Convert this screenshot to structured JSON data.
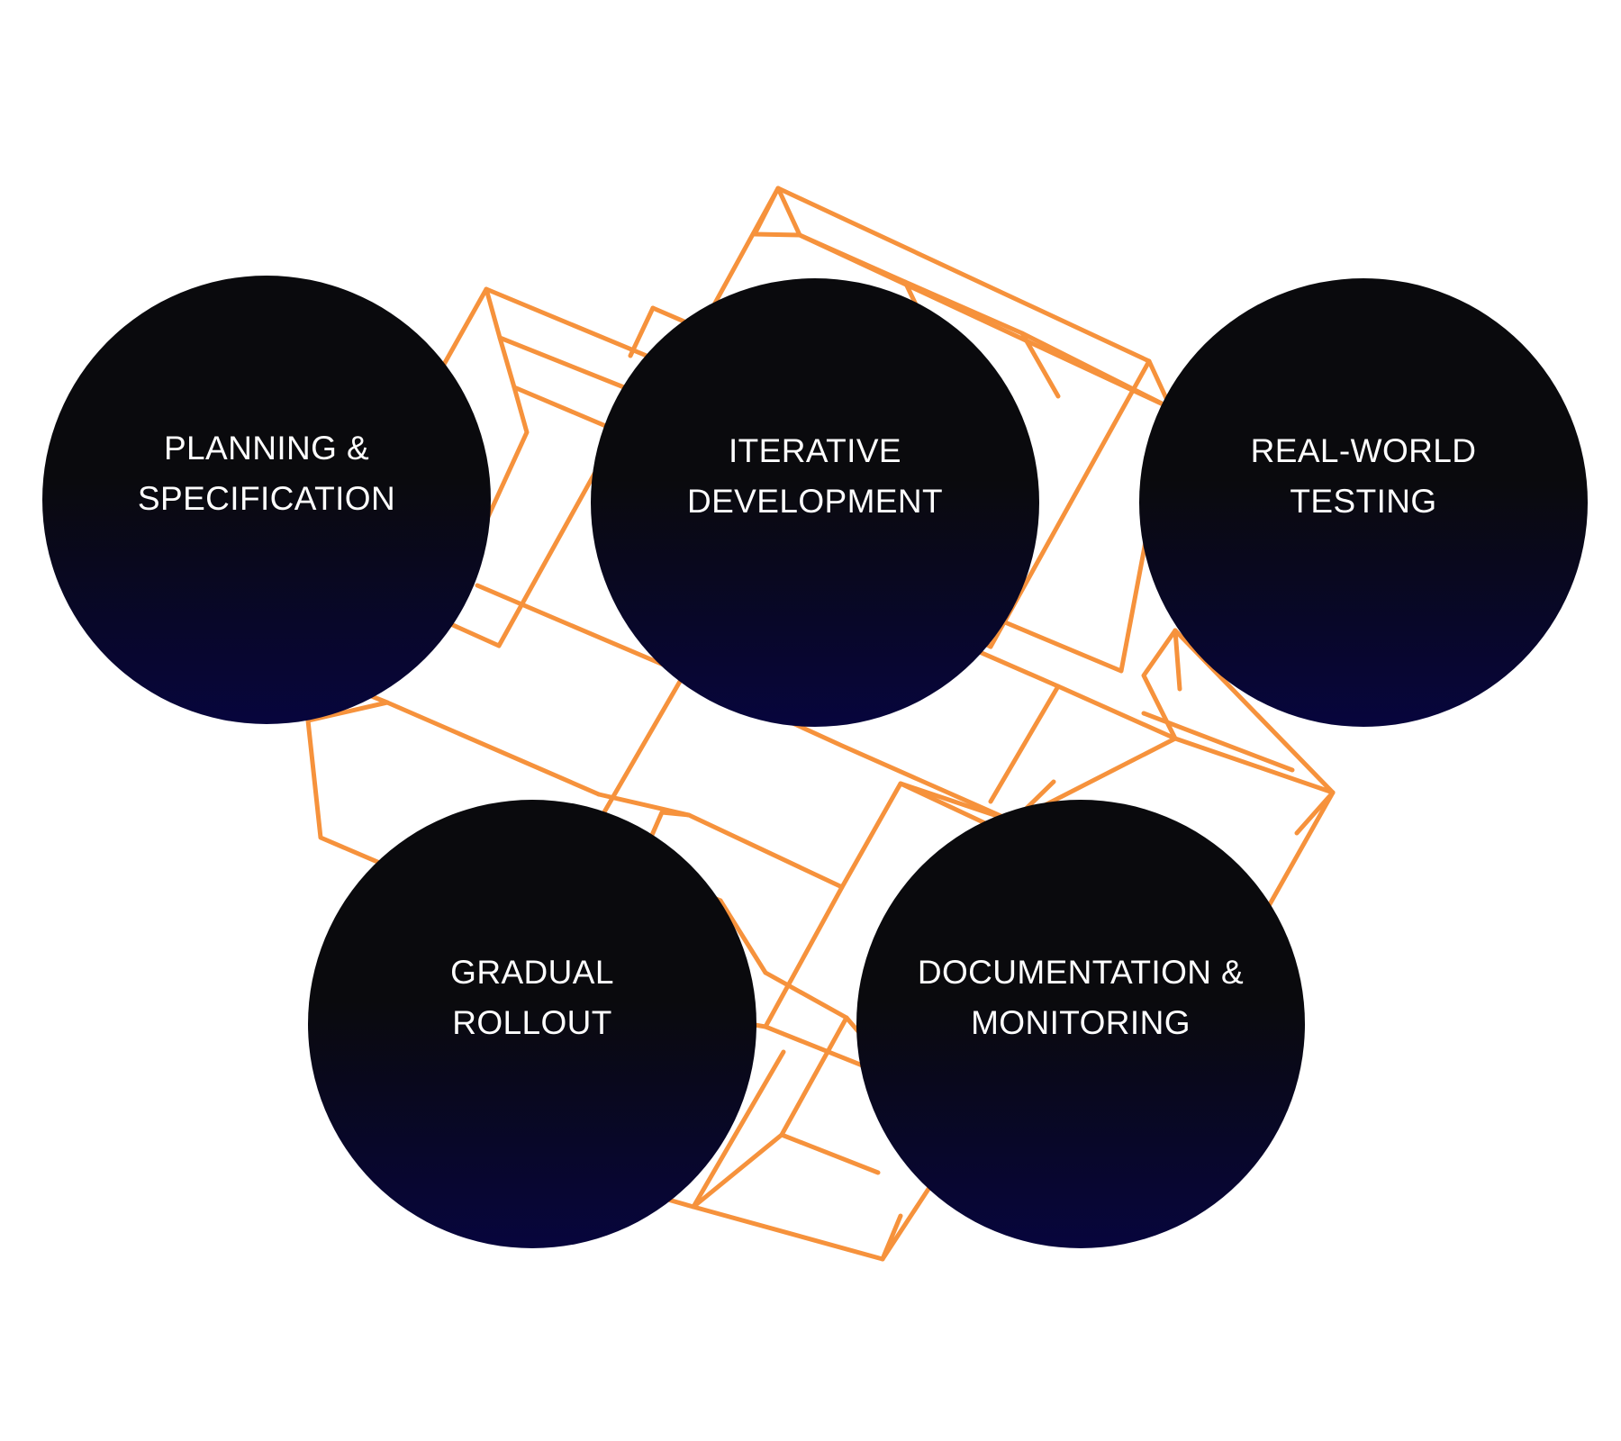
{
  "diagram": {
    "colors": {
      "background": "#ffffff",
      "grid_stroke": "#F6923C",
      "circle_top": "#0a0a0d",
      "circle_bottom": "#07053d",
      "label_text": "#ffffff"
    },
    "grid_graphic": "wireframe-cubes",
    "stages": [
      {
        "line1": "PLANNING &",
        "line2": "SPECIFICATION"
      },
      {
        "line1": "ITERATIVE",
        "line2": "DEVELOPMENT"
      },
      {
        "line1": "REAL-WORLD",
        "line2": "TESTING"
      },
      {
        "line1": "GRADUAL",
        "line2": "ROLLOUT"
      },
      {
        "line1": "DOCUMENTATION &",
        "line2": "MONITORING"
      }
    ]
  }
}
